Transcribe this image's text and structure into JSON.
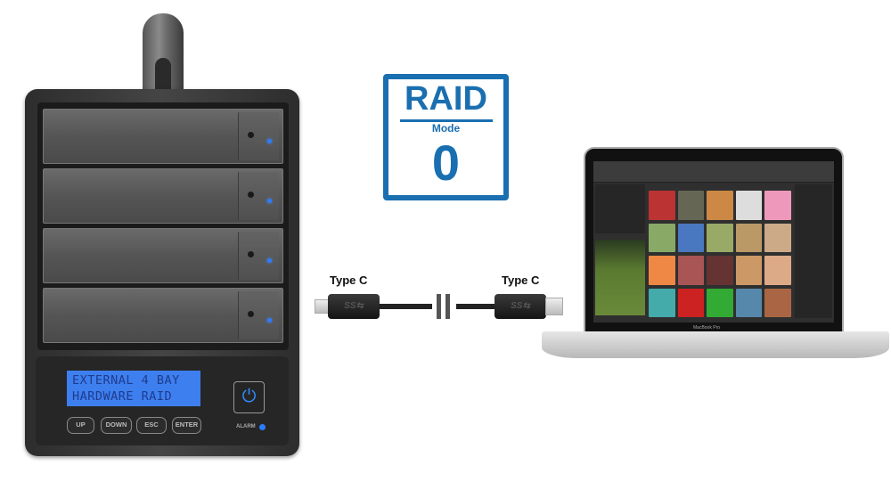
{
  "enclosure": {
    "lcd_line1": "EXTERNAL 4 BAY",
    "lcd_line2": "HARDWARE RAID",
    "buttons": [
      "UP",
      "DOWN",
      "ESC",
      "ENTER"
    ],
    "alarm_label": "ALARM",
    "power_symbol": "⏻"
  },
  "badge": {
    "title": "RAID",
    "subtitle": "Mode",
    "level": "0"
  },
  "cable": {
    "left_label": "Type C",
    "right_label": "Type C",
    "logo": "SS⇆"
  },
  "laptop": {
    "brand": "MacBook Pro",
    "thumb_colors": [
      "#b33",
      "#665",
      "#c84",
      "#ddd",
      "#e9b",
      "#8a6",
      "#4a78c0",
      "#9a6",
      "#b96",
      "#ca8",
      "#e84",
      "#a55",
      "#633",
      "#c96",
      "#da8",
      "#4aa",
      "#c22",
      "#3a3",
      "#58a",
      "#a64"
    ]
  }
}
